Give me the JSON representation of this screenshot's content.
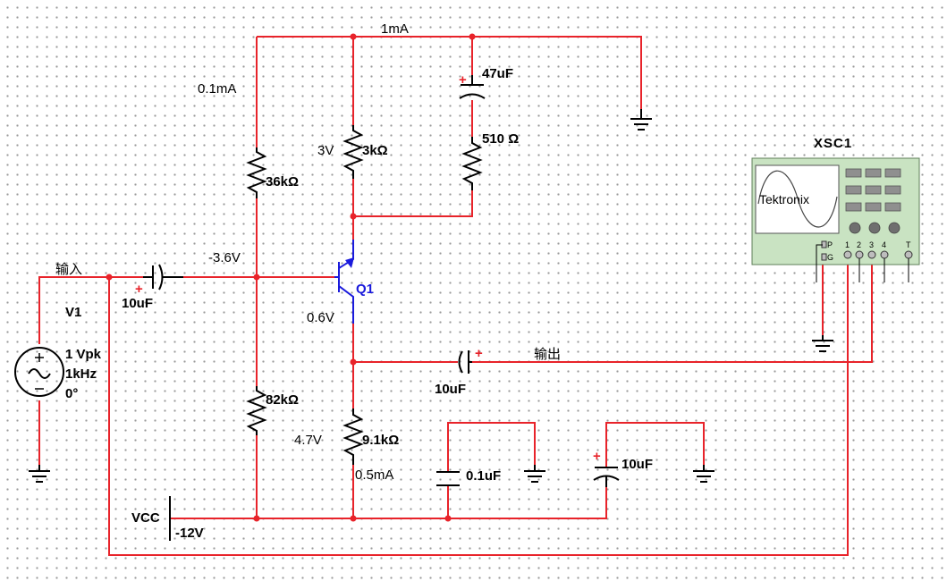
{
  "net_labels": {
    "input": "输入",
    "output": "输出"
  },
  "currents": {
    "top_rail": "1mA",
    "bias_divider": "0.1mA",
    "emitter": "0.5mA"
  },
  "voltages": {
    "collector_drop": "3V",
    "base": "-3.6V",
    "vbe": "0.6V",
    "emitter_drop": "4.7V"
  },
  "components": {
    "source": {
      "name": "V1",
      "amplitude": "1 Vpk",
      "frequency": "1kHz",
      "phase": "0°"
    },
    "c_in": {
      "value": "10uF"
    },
    "c_bypass_top": {
      "value": "47uF"
    },
    "r_510": {
      "value": "510 Ω"
    },
    "r_collector": {
      "value": "3kΩ"
    },
    "r_bias_top": {
      "value": "36kΩ"
    },
    "r_bias_bottom": {
      "value": "82kΩ"
    },
    "transistor": {
      "name": "Q1"
    },
    "c_out": {
      "value": "10uF"
    },
    "r_emitter": {
      "value": "9.1kΩ"
    },
    "c_decouple_small": {
      "value": "0.1uF"
    },
    "c_decouple_large": {
      "value": "10uF"
    },
    "supply": {
      "name": "VCC",
      "value": "-12V"
    }
  },
  "oscilloscope": {
    "name": "XSC1",
    "brand": "Tektronix",
    "terminals": [
      "P",
      "G",
      "1",
      "2",
      "3",
      "4",
      "T"
    ]
  },
  "colors": {
    "wire": "#e8232a",
    "transistor": "#1a1adc",
    "scope_body": "#c9e3c2"
  }
}
